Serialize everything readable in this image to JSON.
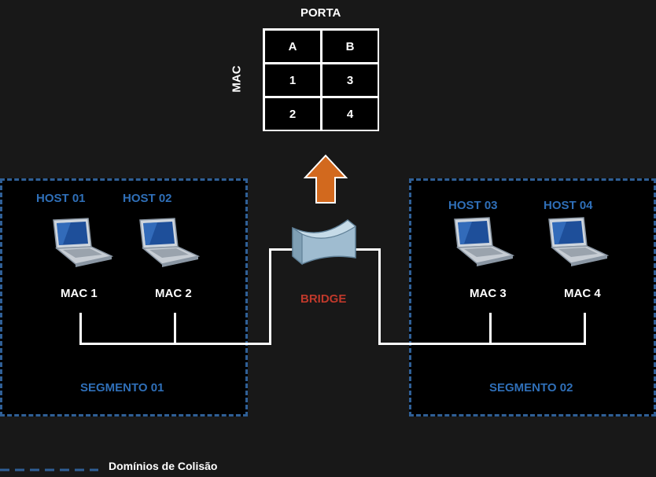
{
  "table": {
    "title": "PORTA",
    "side_label": "MAC",
    "header": [
      "A",
      "B"
    ],
    "rows": [
      [
        "1",
        "3"
      ],
      [
        "2",
        "4"
      ]
    ]
  },
  "bridge": {
    "label": "BRIDGE",
    "label_color": "#c0392b"
  },
  "segments": [
    {
      "label": "SEGMENTO 01",
      "hosts": [
        {
          "name": "HOST 01",
          "mac": "MAC 1"
        },
        {
          "name": "HOST 02",
          "mac": "MAC 2"
        }
      ]
    },
    {
      "label": "SEGMENTO 02",
      "hosts": [
        {
          "name": "HOST 03",
          "mac": "MAC 3"
        },
        {
          "name": "HOST 04",
          "mac": "MAC 4"
        }
      ]
    }
  ],
  "legend": {
    "label": "Domínios de Colisão",
    "line_color": "#2f5f96"
  },
  "colors": {
    "accent_blue": "#2f6fb8",
    "arrow_fill": "#d2691e"
  }
}
